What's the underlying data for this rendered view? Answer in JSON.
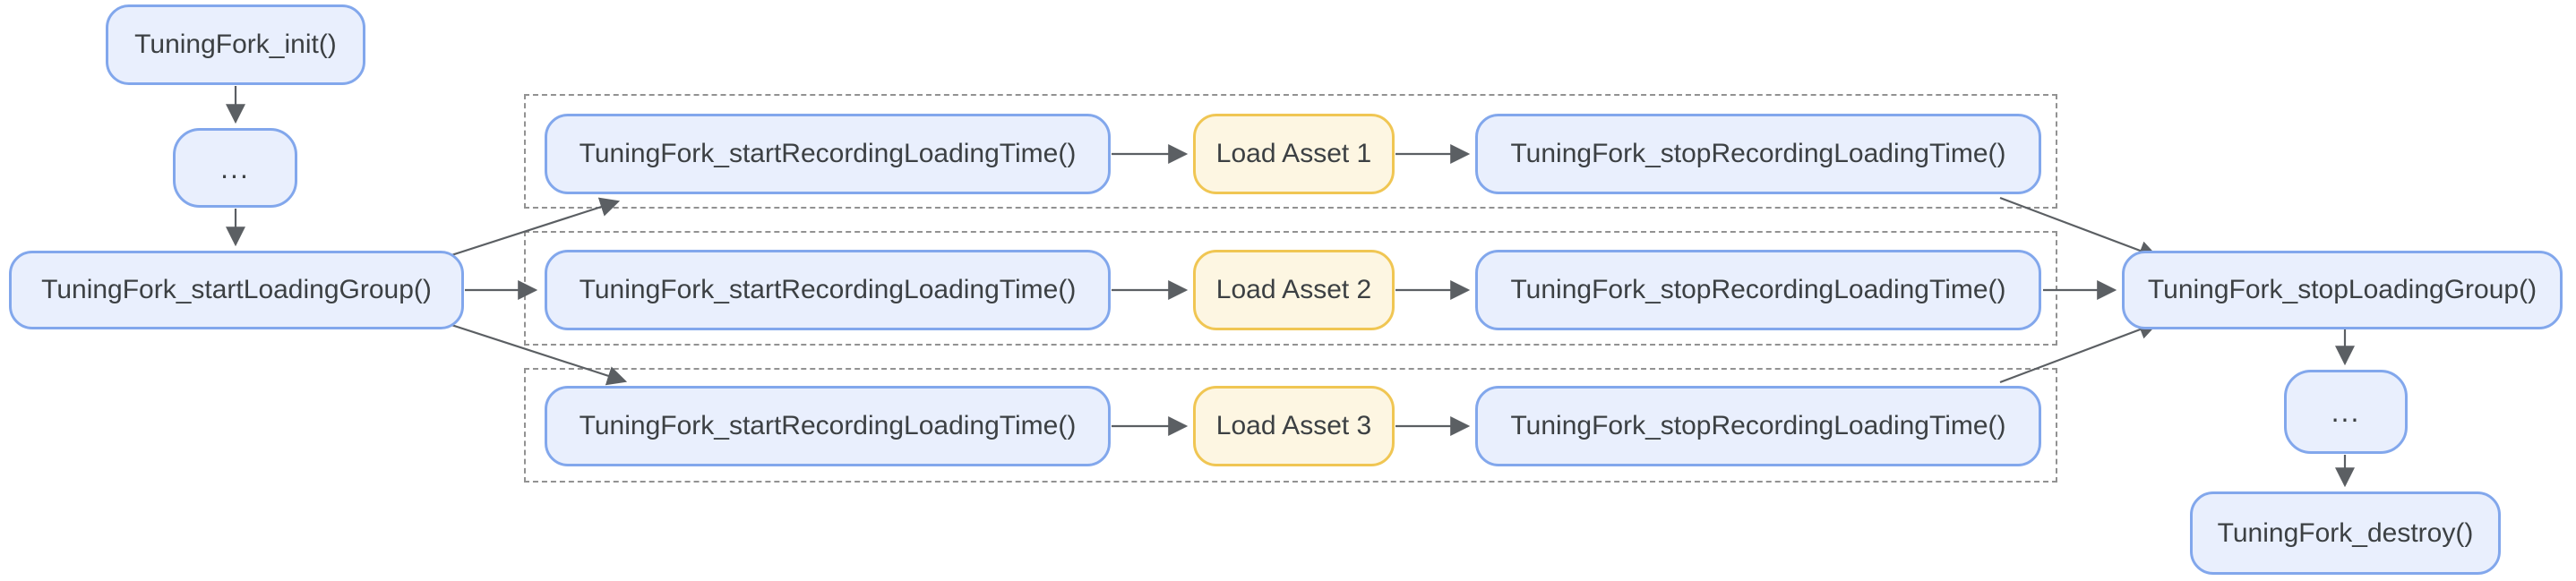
{
  "nodes": {
    "init": "TuningFork_init()",
    "ellipsis_top": "...",
    "start_loading_group": "TuningFork_startLoadingGroup()",
    "stop_loading_group": "TuningFork_stopLoadingGroup()",
    "ellipsis_bottom": "...",
    "destroy": "TuningFork_destroy()"
  },
  "rows": [
    {
      "start": "TuningFork_startRecordingLoadingTime()",
      "asset": "Load Asset 1",
      "stop": "TuningFork_stopRecordingLoadingTime()"
    },
    {
      "start": "TuningFork_startRecordingLoadingTime()",
      "asset": "Load Asset 2",
      "stop": "TuningFork_stopRecordingLoadingTime()"
    },
    {
      "start": "TuningFork_startRecordingLoadingTime()",
      "asset": "Load Asset 3",
      "stop": "TuningFork_stopRecordingLoadingTime()"
    }
  ],
  "colors": {
    "node_fill_blue": "#e9effd",
    "node_border_blue": "#82a7ec",
    "node_fill_yellow": "#fdf6e2",
    "node_border_yellow": "#f0c653",
    "arrow": "#5b5f63",
    "dashed_border": "#929292",
    "text": "#3c4043",
    "background": "#ffffff"
  }
}
